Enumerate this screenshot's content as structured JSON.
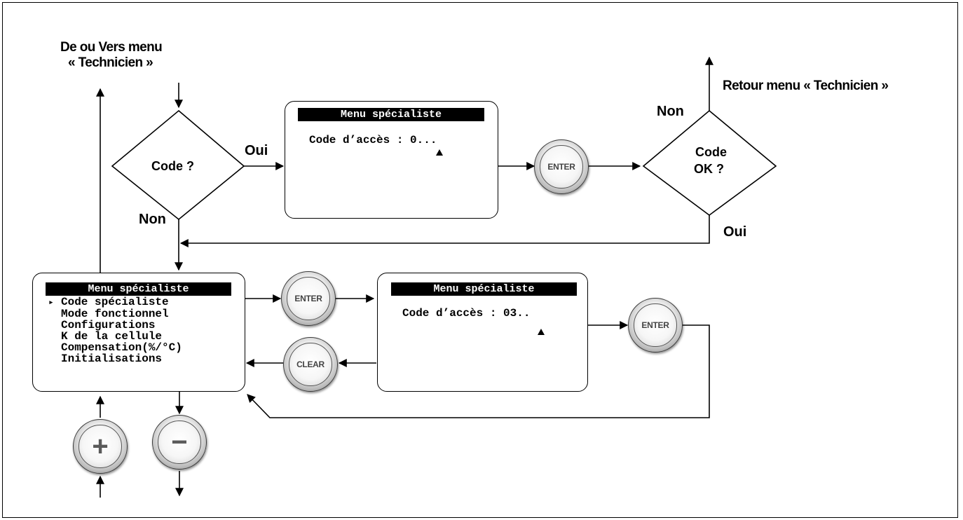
{
  "labels": {
    "top_left_line1": "De ou Vers menu",
    "top_left_line2": "« Technicien »",
    "retour": "Retour menu « Technicien »",
    "oui_top": "Oui",
    "non_left": "Non",
    "non_right": "Non",
    "oui_right": "Oui"
  },
  "decisions": {
    "code": "Code ?",
    "code_ok_line1": "Code",
    "code_ok_line2": "OK ?"
  },
  "screen_top": {
    "title": "Menu spécialiste",
    "code_line": "Code d’accès : 0..."
  },
  "screen_menu": {
    "title": "Menu spécialiste",
    "selector": "▸",
    "items": [
      "Code spécialiste",
      "Mode fonctionnel",
      "Configurations",
      "K de la cellule",
      "Compensation(%/°C)",
      "Initialisations"
    ]
  },
  "screen_code2": {
    "title": "Menu spécialiste",
    "code_line": "Code d’accès : 03.."
  },
  "buttons": {
    "enter": "ENTER",
    "clear": "CLEAR",
    "plus": "+",
    "minus": "−"
  }
}
